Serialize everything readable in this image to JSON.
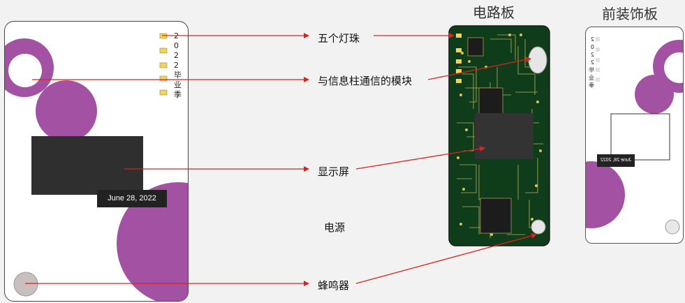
{
  "titles": {
    "pcb": "电路板",
    "front_cover": "前装饰板"
  },
  "callouts": {
    "leds": "五个灯珠",
    "module": "与信息柱通信的模块",
    "display": "显示屏",
    "power": "电源",
    "buzzer": "蜂鸣器"
  },
  "card": {
    "vertical_text": [
      "2",
      "0",
      "2",
      "2",
      "毕",
      "业",
      "季"
    ],
    "date": "June 28, 2022"
  },
  "colors": {
    "purple": "#a352a3",
    "arrow": "#e0211b",
    "pcb_green": "#0f3d1c",
    "trace": "#d8c25a",
    "display": "#2f2f2f",
    "led": "#f0d55a"
  }
}
